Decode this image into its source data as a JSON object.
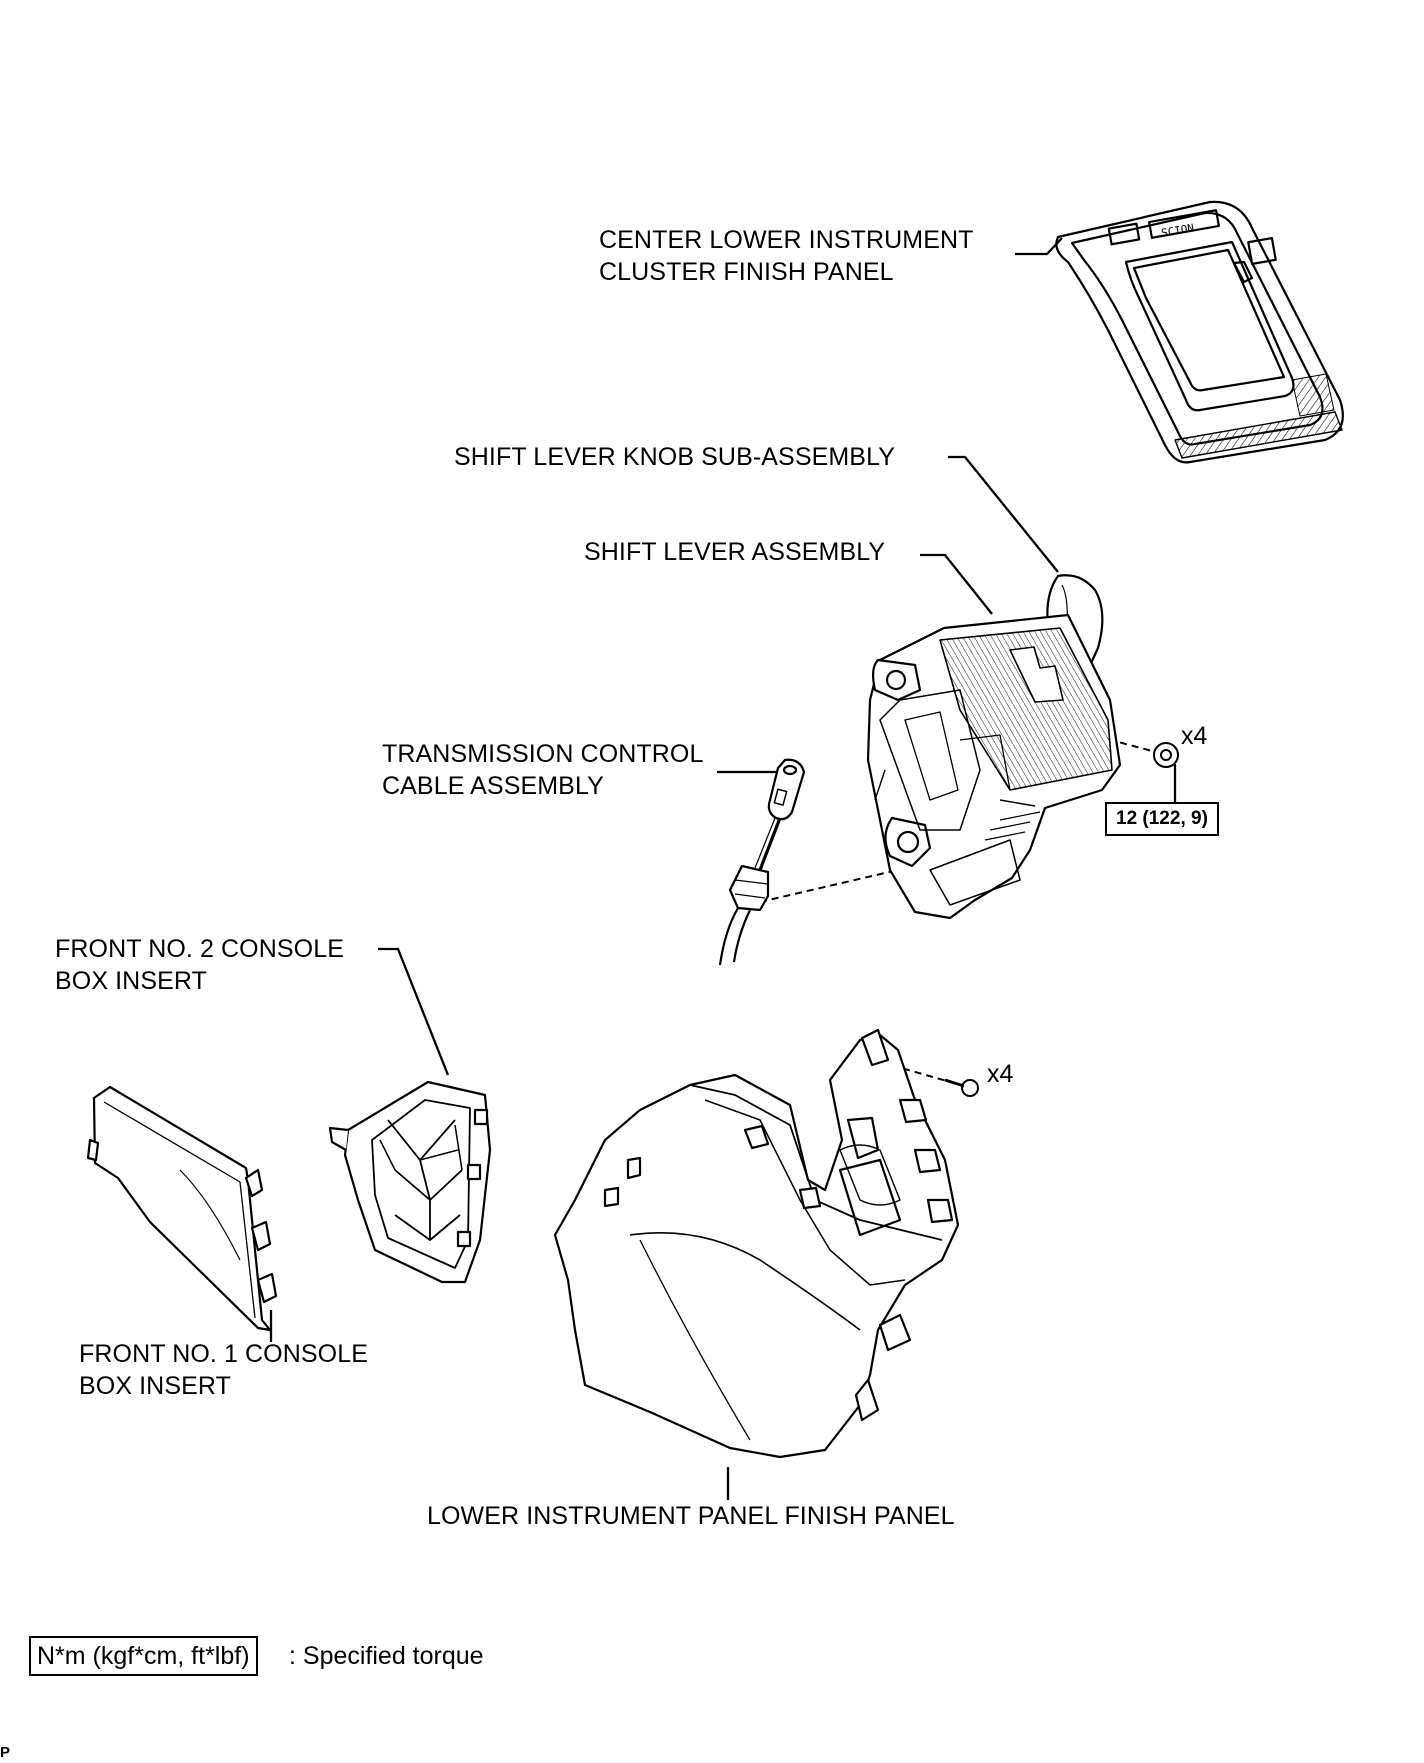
{
  "labels": {
    "center_panel_line1": "CENTER LOWER INSTRUMENT",
    "center_panel_line2": "CLUSTER FINISH PANEL",
    "knob": "SHIFT LEVER KNOB SUB-ASSEMBLY",
    "shift_lever": "SHIFT LEVER ASSEMBLY",
    "cable_line1": "TRANSMISSION CONTROL",
    "cable_line2": "CABLE ASSEMBLY",
    "insert2_line1": "FRONT NO. 2 CONSOLE",
    "insert2_line2": "BOX INSERT",
    "insert1_line1": "FRONT NO. 1 CONSOLE",
    "insert1_line2": "BOX INSERT",
    "lower_panel": "LOWER INSTRUMENT PANEL FINISH PANEL"
  },
  "fasteners": {
    "nut_qty": "x4",
    "screw_qty": "x4",
    "nut_torque": "12 (122, 9)"
  },
  "legend": {
    "unit_box": "N*m (kgf*cm, ft*lbf)",
    "description": ": Specified torque"
  },
  "footer_code": "P"
}
